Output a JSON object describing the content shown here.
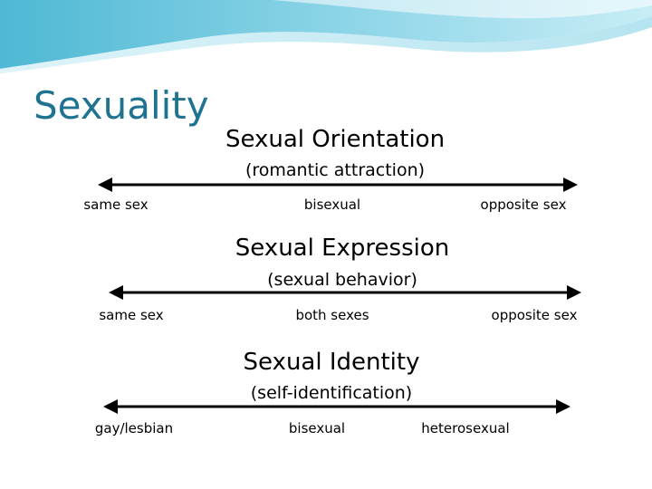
{
  "slide": {
    "title": "Sexuality"
  },
  "scales": [
    {
      "heading": "Sexual Orientation",
      "subheading": "(romantic attraction)",
      "labels": [
        "same sex",
        "bisexual",
        "opposite sex"
      ]
    },
    {
      "heading": "Sexual Expression",
      "subheading": "(sexual behavior)",
      "labels": [
        "same sex",
        "both sexes",
        "opposite sex"
      ]
    },
    {
      "heading": "Sexual Identity",
      "subheading": "(self-identification)",
      "labels": [
        "gay/lesbian",
        "bisexual",
        "heterosexual"
      ]
    }
  ],
  "colors": {
    "title": "#1f7391",
    "wave_dark": "#5bc4dc",
    "wave_light": "#bfe8f3",
    "arrow": "#000000"
  },
  "icons": {
    "header": "decorative-wave-banner",
    "arrow": "double-headed-arrow"
  }
}
